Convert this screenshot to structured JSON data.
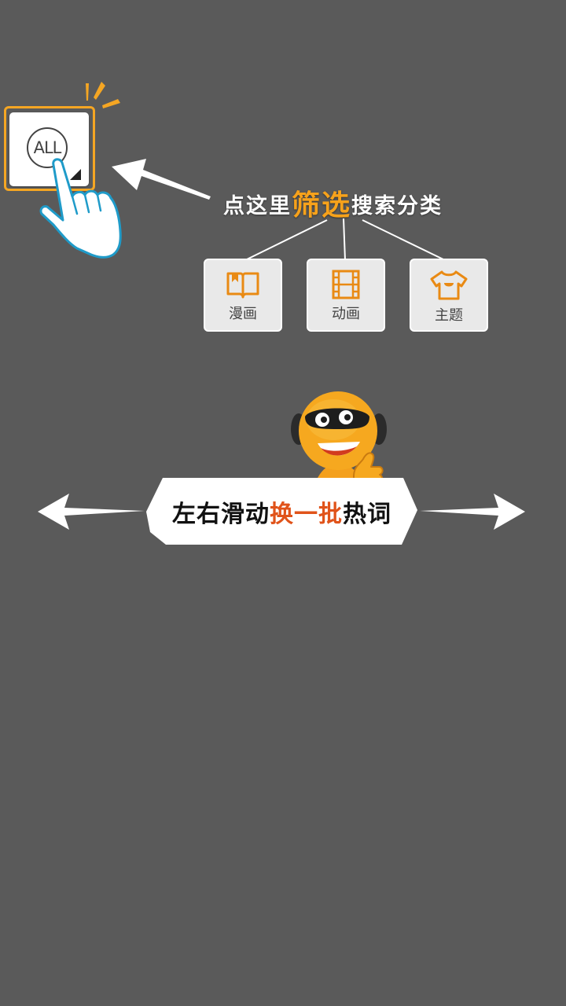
{
  "filter_button": {
    "badge_text": "ALL"
  },
  "tip": {
    "prefix": "点这里",
    "highlight": "筛选",
    "suffix": "搜索分类"
  },
  "categories": [
    {
      "label": "漫画",
      "icon": "book-icon"
    },
    {
      "label": "动画",
      "icon": "film-icon"
    },
    {
      "label": "主题",
      "icon": "tshirt-icon"
    }
  ],
  "swipe_banner": {
    "prefix": "左右滑动",
    "highlight": "换一批",
    "suffix": "热词"
  },
  "colors": {
    "background": "#5a5a5a",
    "accent_orange": "#f7a21b",
    "highlight_red": "#e0531a",
    "card_bg": "#e9e9e9",
    "icon_orange": "#e98a14",
    "hand_outline": "#1f9bc9"
  }
}
